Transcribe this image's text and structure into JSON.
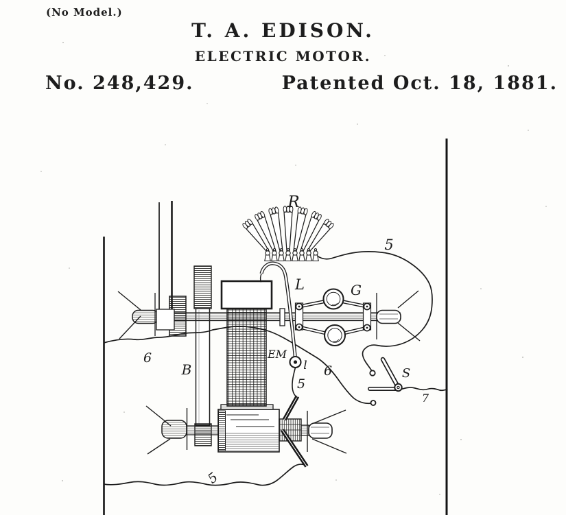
{
  "page": {
    "paper_color": "#fdfdfb",
    "ink_color": "#1c1c1c"
  },
  "header": {
    "model_note": "(No Model.)",
    "inventor": "T. A. EDISON.",
    "invention_title": "ELECTRIC MOTOR.",
    "patent_number": "No. 248,429.",
    "patent_date": "Patented Oct. 18, 1881."
  },
  "figure": {
    "labels": {
      "resistance": "R",
      "lever": "L",
      "governor": "G",
      "frame_arm": "B",
      "electromagnet": "EM",
      "lever_pivot": "l",
      "switch": "S",
      "wire_5": "5",
      "wire_6": "6",
      "wire_7": "7"
    }
  }
}
